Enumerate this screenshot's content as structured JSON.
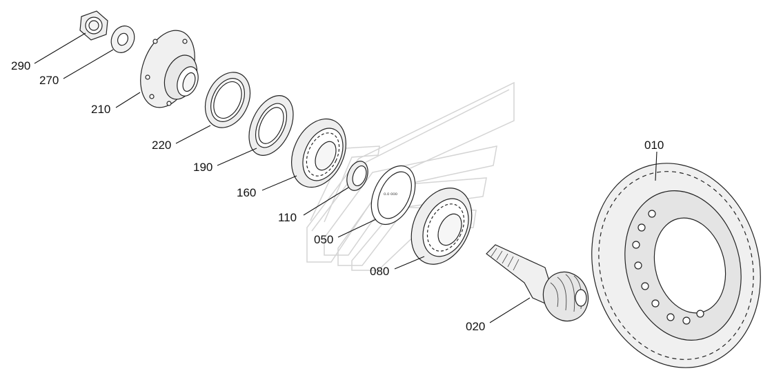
{
  "parts": [
    {
      "id": "290"
    },
    {
      "id": "270"
    },
    {
      "id": "210"
    },
    {
      "id": "220"
    },
    {
      "id": "190"
    },
    {
      "id": "160"
    },
    {
      "id": "110"
    },
    {
      "id": "050"
    },
    {
      "id": "080"
    },
    {
      "id": "020"
    },
    {
      "id": "010"
    }
  ],
  "colors": {
    "ink": "#222222",
    "watermark": "#cfcfcf",
    "fill": "#f4f4f4"
  }
}
